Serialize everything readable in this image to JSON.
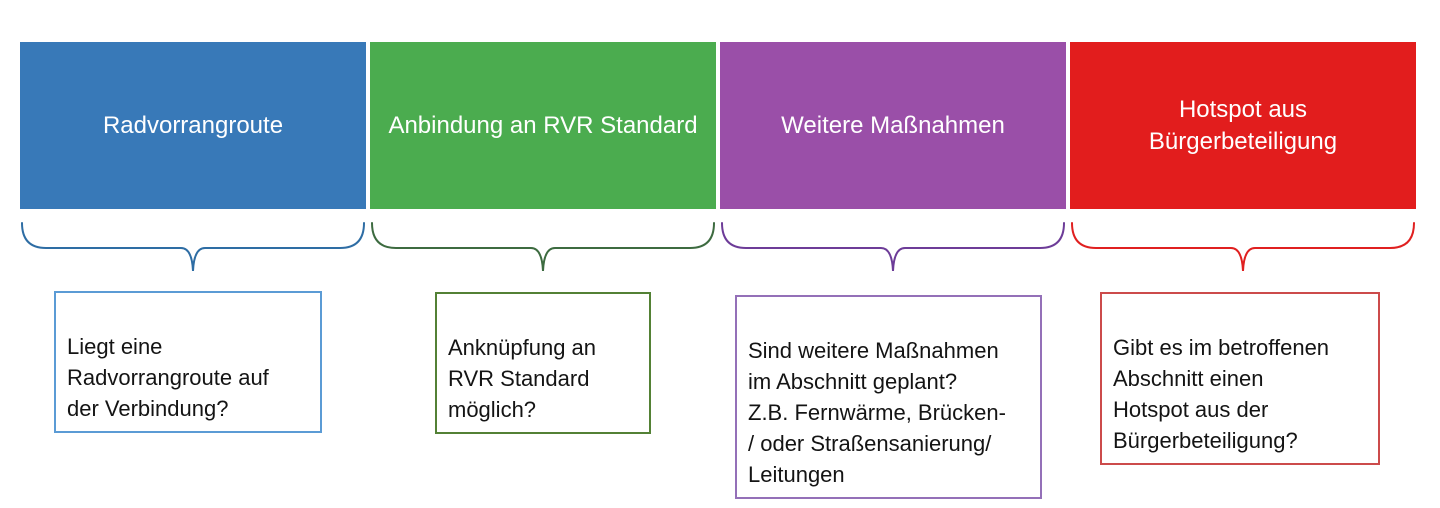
{
  "columns": [
    {
      "header": "Radvorrangroute",
      "description": "Liegt eine\nRadvorrangroute auf\nder Verbindung?",
      "fill": "#3879B8",
      "brace_color": "#2E6DA4",
      "border_color": "#5B9BD5"
    },
    {
      "header": "Anbindung an RVR Standard",
      "description": "Anknüpfung an\nRVR Standard\nmöglich?",
      "fill": "#4BAC4F",
      "brace_color": "#3D6B40",
      "border_color": "#538135"
    },
    {
      "header": "Weitere Maßnahmen",
      "description": "Sind weitere Maßnahmen\nim Abschnitt geplant?\nZ.B. Fernwärme, Brücken-\n/ oder Straßensanierung/\nLeitungen",
      "fill": "#9A4FA8",
      "brace_color": "#6D3C98",
      "border_color": "#9470B8"
    },
    {
      "header": "Hotspot aus\nBürgerbeteiligung",
      "description": "Gibt es im betroffenen\nAbschnitt einen\nHotspot aus der\nBürgerbeteiligung?",
      "fill": "#E21D1D",
      "brace_color": "#E02020",
      "border_color": "#CC4B4B"
    }
  ]
}
